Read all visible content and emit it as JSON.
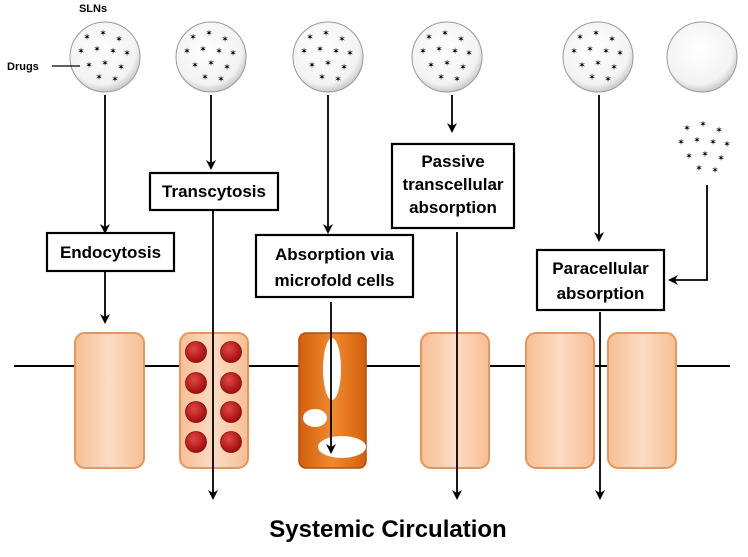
{
  "labels": {
    "sln": "SLNs",
    "drugs": "Drugs",
    "endocytosis": "Endocytosis",
    "transcytosis": "Transcytosis",
    "microfold_1": "Absorption via",
    "microfold_2": "microfold cells",
    "passive_1": "Passive",
    "passive_2": "transcellular",
    "passive_3": "absorption",
    "paracellular_1": "Paracellular",
    "paracellular_2": "absorption",
    "footer": "Systemic Circulation"
  },
  "colors": {
    "cell_fill": "#fbd3b4",
    "cell_border": "#e9955a",
    "microfold_fill": "#e8711a",
    "red_dot": "#c21d1d"
  }
}
